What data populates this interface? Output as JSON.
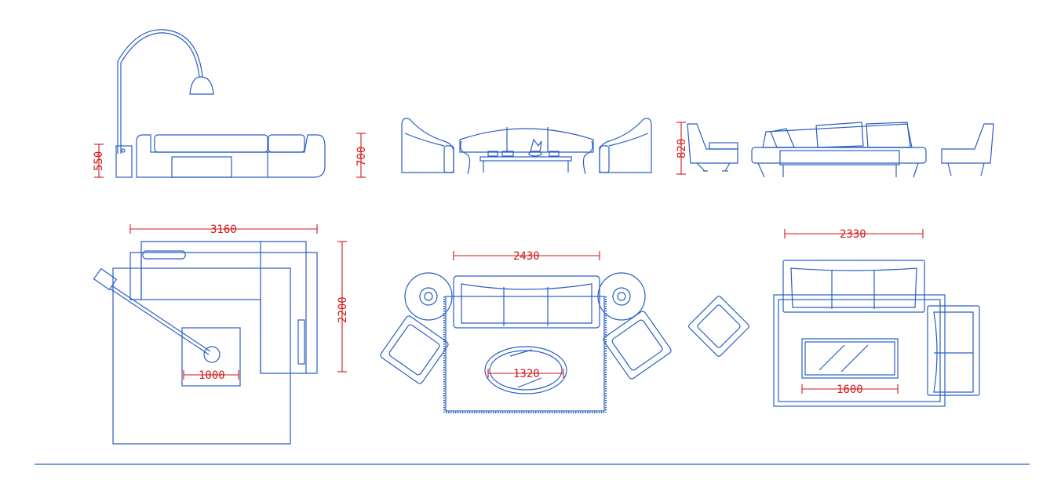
{
  "dimensions": {
    "elev_lamp_height": "550",
    "elev_sofa_height": "700",
    "elev_modern_height": "820",
    "plan_l_width": "3160",
    "plan_l_depth": "2200",
    "plan_l_table": "1000",
    "plan_classic_width": "2430",
    "plan_classic_table": "1320",
    "plan_modern_width": "2330",
    "plan_modern_table": "1600"
  },
  "colors": {
    "linework": "#2a5ec4",
    "dimensions": "#d11919",
    "background": "#ffffff"
  }
}
